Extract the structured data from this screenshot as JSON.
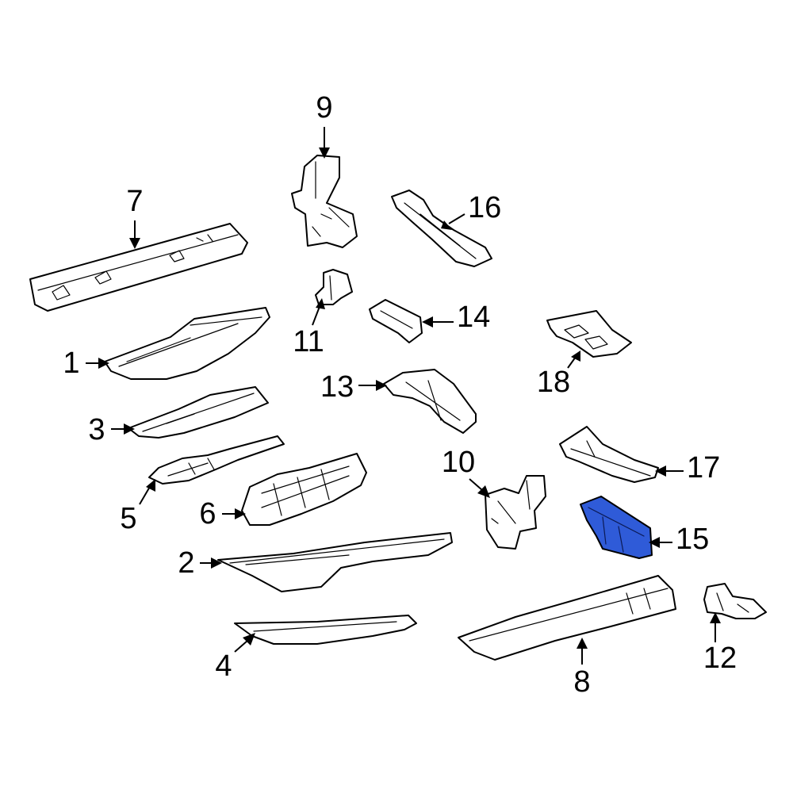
{
  "highlight_color": "#2f5bd8",
  "highlighted_callout": "15",
  "callouts": [
    {
      "id": "1",
      "label": "1"
    },
    {
      "id": "2",
      "label": "2"
    },
    {
      "id": "3",
      "label": "3"
    },
    {
      "id": "4",
      "label": "4"
    },
    {
      "id": "5",
      "label": "5"
    },
    {
      "id": "6",
      "label": "6"
    },
    {
      "id": "7",
      "label": "7"
    },
    {
      "id": "8",
      "label": "8"
    },
    {
      "id": "9",
      "label": "9"
    },
    {
      "id": "10",
      "label": "10"
    },
    {
      "id": "11",
      "label": "11"
    },
    {
      "id": "12",
      "label": "12"
    },
    {
      "id": "13",
      "label": "13"
    },
    {
      "id": "14",
      "label": "14"
    },
    {
      "id": "15",
      "label": "15"
    },
    {
      "id": "16",
      "label": "16"
    },
    {
      "id": "17",
      "label": "17"
    },
    {
      "id": "18",
      "label": "18"
    }
  ]
}
